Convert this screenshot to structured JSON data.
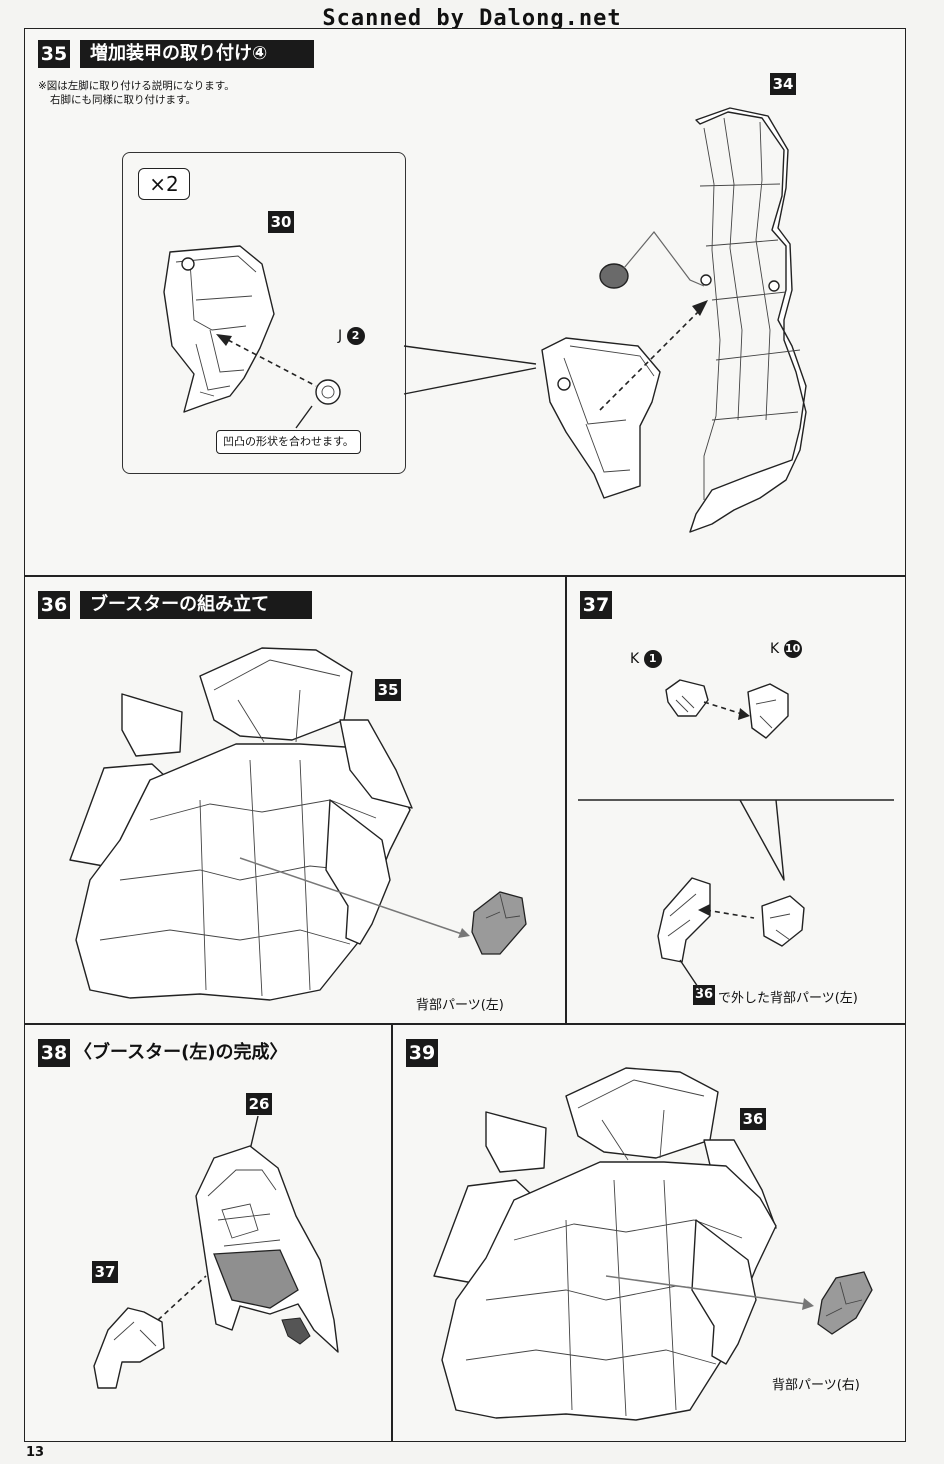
{
  "watermark": "Scanned by Dalong.net",
  "page_number": "13",
  "step35": {
    "num": "35",
    "title": "増加装甲の取り付け④",
    "note_line1": "※図は左脚に取り付ける説明になります。",
    "note_line2": "右脚にも同様に取り付けます。",
    "multiplier": "×2",
    "inset_part_ref": "30",
    "runner_letter": "J",
    "runner_part": "2",
    "callout": "凹凸の形状を合わせます。",
    "main_part_ref": "34"
  },
  "step36": {
    "num": "36",
    "title": "ブースターの組み立て",
    "part_ref": "35",
    "label": "背部パーツ(左)"
  },
  "step37": {
    "num": "37",
    "part_a_letter": "K",
    "part_a_num": "1",
    "part_b_letter": "K",
    "part_b_num": "10",
    "ref_num": "36",
    "ref_label": "で外した背部パーツ(左)"
  },
  "step38": {
    "num": "38",
    "title": "〈ブースター(左)の完成〉",
    "part_ref_top": "26",
    "part_ref_left": "37"
  },
  "step39": {
    "num": "39",
    "part_ref": "36",
    "label": "背部パーツ(右)"
  }
}
